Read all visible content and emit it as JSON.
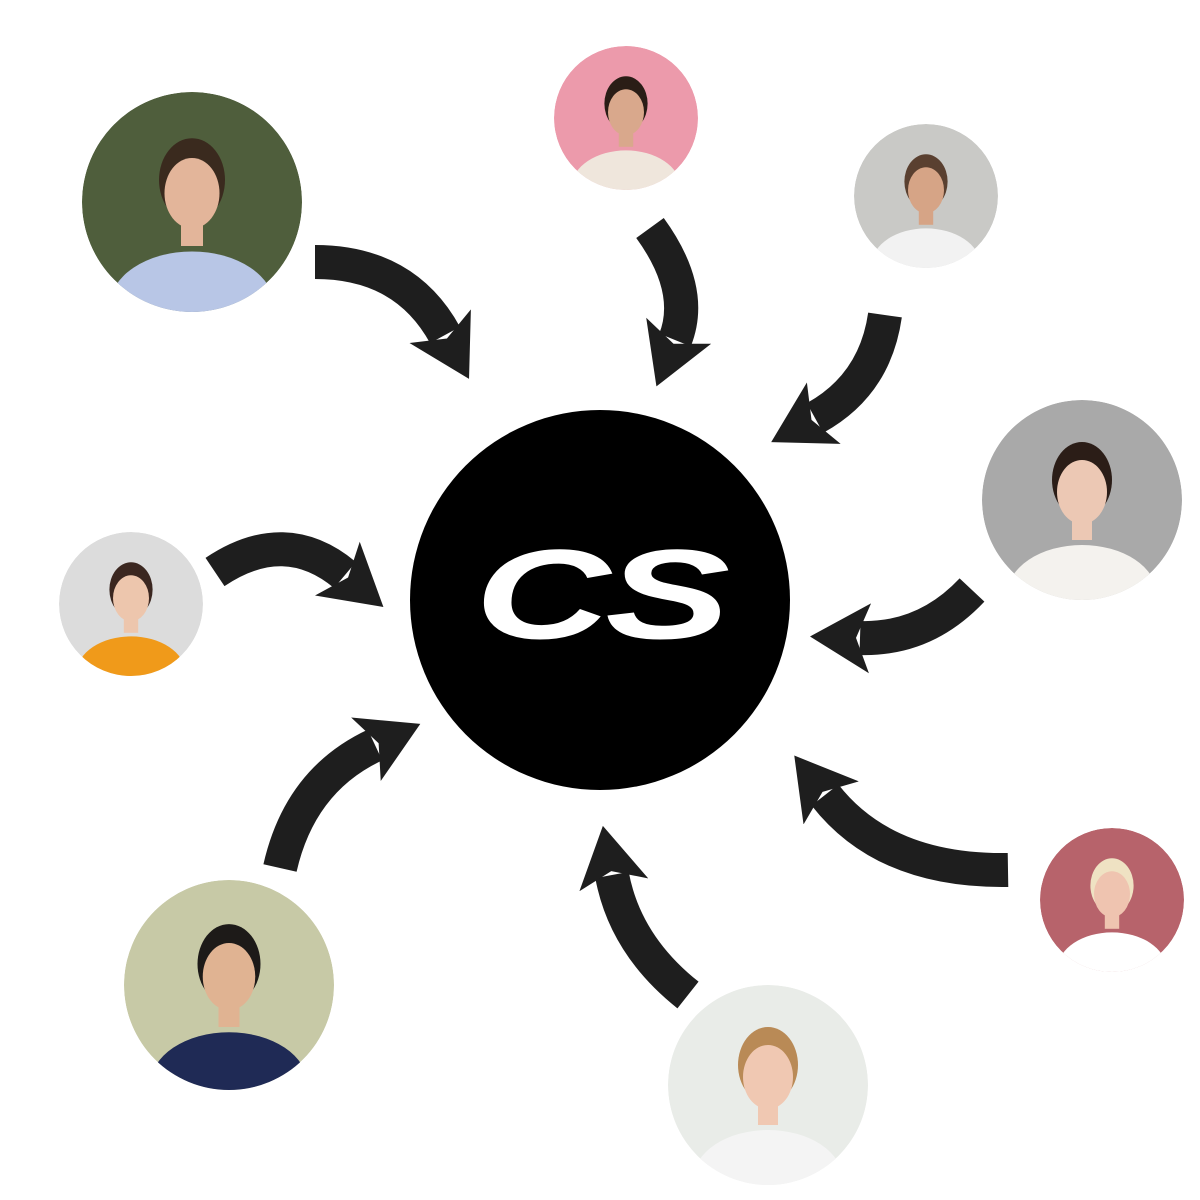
{
  "logo": {
    "text": "CS",
    "background": "#000000",
    "color": "#ffffff"
  },
  "arrow_color": "#1e1e1e",
  "people": [
    {
      "name": "man-blue-shirt",
      "bg": "#4f5e3c",
      "skin": "#e3b59a",
      "hair": "#3a2a1e",
      "shirt": "#b8c6e6"
    },
    {
      "name": "man-white-hoodie",
      "bg": "#ec9aab",
      "skin": "#d9a88c",
      "hair": "#2a1d16",
      "shirt": "#efe6dc"
    },
    {
      "name": "man-sunglasses",
      "bg": "#c9c9c6",
      "skin": "#d6a486",
      "hair": "#5a4030",
      "shirt": "#f2f2f2"
    },
    {
      "name": "woman-white-sweater",
      "bg": "#a9a9a9",
      "skin": "#ecc8b4",
      "hair": "#2b1d17",
      "shirt": "#f4f2ee"
    },
    {
      "name": "woman-blonde",
      "bg": "#b7636b",
      "skin": "#efc4b0",
      "hair": "#efe2c3",
      "shirt": "#ffffff"
    },
    {
      "name": "woman-striped-shirt",
      "bg": "#e9ece8",
      "skin": "#f0c8b2",
      "hair": "#b98a56",
      "shirt": "#f4f4f4"
    },
    {
      "name": "man-navy-shirt",
      "bg": "#c7c9a6",
      "skin": "#e0b392",
      "hair": "#1d1a18",
      "shirt": "#1f2a55"
    },
    {
      "name": "woman-orange-top",
      "bg": "#dcdcdc",
      "skin": "#edc6ad",
      "hair": "#3b2720",
      "shirt": "#f09a1a"
    }
  ]
}
